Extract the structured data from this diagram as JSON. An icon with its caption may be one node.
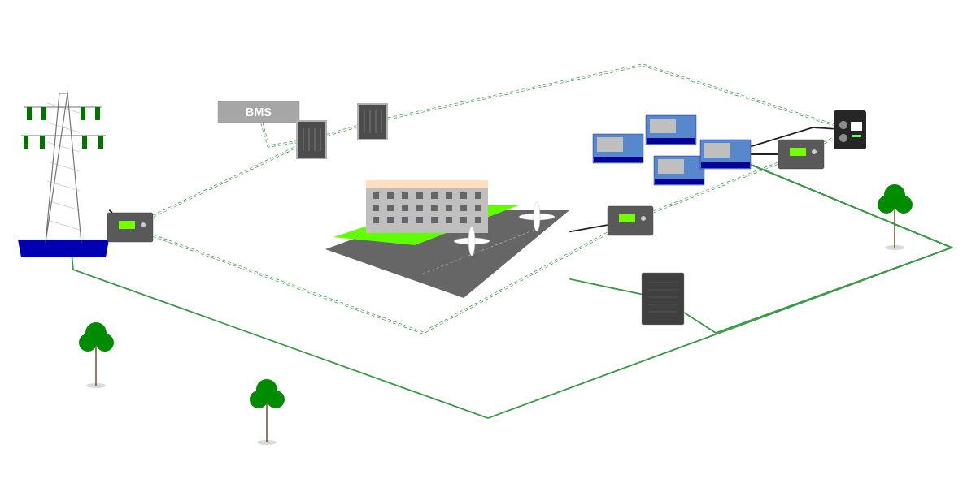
{
  "diagram": {
    "nodes": [
      {
        "text": [
          "BMS"
        ]
      },
      {
        "text": [],
        "shape": "picture"
      },
      {
        "text": [],
        "shape": "picture"
      },
      {
        "text": [],
        "shape": "picture"
      },
      {
        "text": [],
        "shape": "picture"
      },
      {
        "text": [],
        "shape": "picture"
      },
      {
        "text": [],
        "shape": "picture"
      },
      {
        "text": [],
        "shape": "picture"
      },
      {
        "text": [],
        "shape": "picture"
      },
      {
        "text": [],
        "shape": "picture"
      },
      {
        "text": [],
        "shape": "picture"
      },
      {
        "text": [],
        "shape": "picture"
      },
      {
        "text": [],
        "shape": "picture"
      },
      {
        "text": [],
        "shape": "picture"
      }
    ],
    "edges": [
      {
        "from": 1,
        "to": 2,
        "arrow": "none",
        "color": "#222222"
      },
      {
        "from": 2,
        "to": 3,
        "arrow": "none",
        "style": "dashed"
      },
      {
        "from": 0,
        "to": 3,
        "arrow": "none",
        "style": "dashed"
      },
      {
        "from": 3,
        "to": 4,
        "arrow": "none",
        "style": "dashed"
      },
      {
        "from": 4,
        "to": 12,
        "arrow": "none",
        "style": "dashed"
      },
      {
        "from": 2,
        "to": 6,
        "arrow": "none",
        "style": "dashed"
      },
      {
        "from": 6,
        "to": 11,
        "arrow": "none",
        "style": "dashed"
      },
      {
        "from": 11,
        "to": 12,
        "arrow": "none",
        "style": "dashed"
      },
      {
        "from": 10,
        "to": 11,
        "arrow": "none",
        "color": "#222222"
      },
      {
        "from": 10,
        "to": 12,
        "arrow": "none",
        "color": "#222222"
      },
      {
        "from": 6,
        "to": 5,
        "arrow": "none",
        "color": "#222222"
      },
      {
        "from": 1,
        "to": 10,
        "arrow": "none"
      },
      {
        "from": 5,
        "to": 13,
        "arrow": "none"
      },
      {
        "from": 13,
        "to": 10,
        "arrow": "none"
      }
    ]
  }
}
